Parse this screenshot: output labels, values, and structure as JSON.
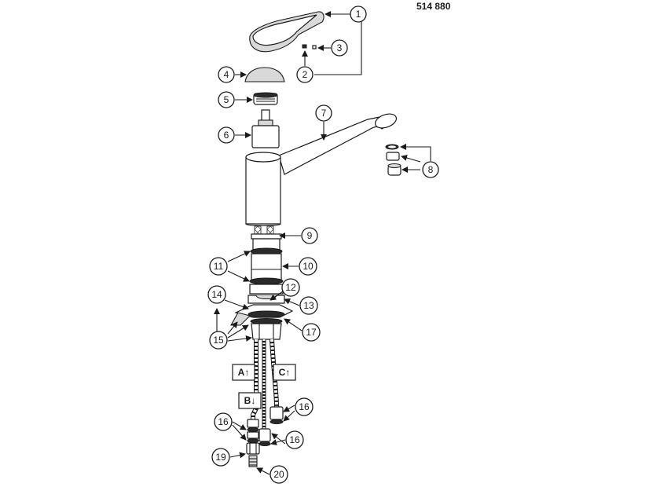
{
  "document_number": "514 880",
  "callouts": [
    "1",
    "2",
    "3",
    "4",
    "5",
    "6",
    "7",
    "8",
    "9",
    "10",
    "11",
    "12",
    "13",
    "14",
    "15",
    "16",
    "17",
    "19",
    "20"
  ],
  "hose_labels": {
    "a": "A↑",
    "b": "B↓",
    "c": "C↑"
  }
}
